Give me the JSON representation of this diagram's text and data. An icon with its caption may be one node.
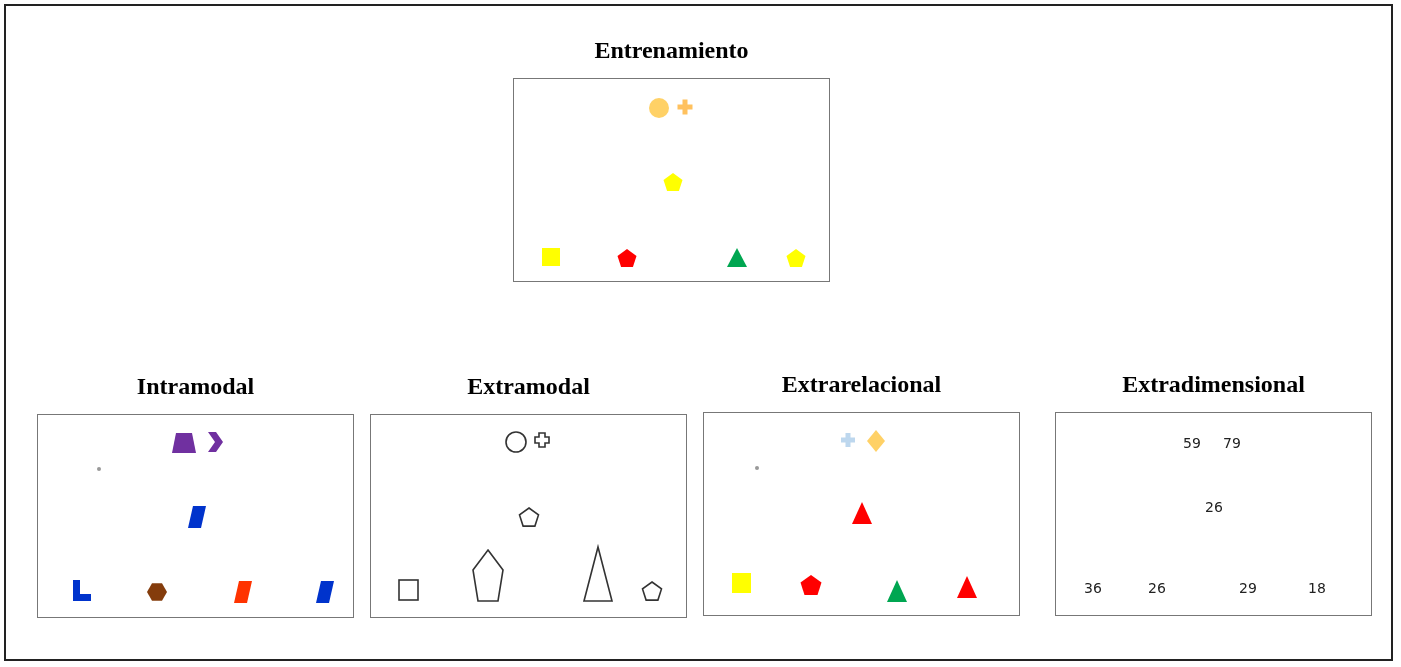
{
  "diagram": {
    "nodes": [
      {
        "text": [
          "Entrenamiento"
        ]
      },
      {
        "text": [
          "Intramodal"
        ]
      },
      {
        "text": [
          "Extramodal"
        ]
      },
      {
        "text": [
          "Extrarelacional"
        ]
      },
      {
        "text": [
          "Extradimensional"
        ]
      }
    ],
    "labels": [
      "59",
      "79",
      "26",
      "36",
      "26",
      "29",
      "18"
    ]
  }
}
